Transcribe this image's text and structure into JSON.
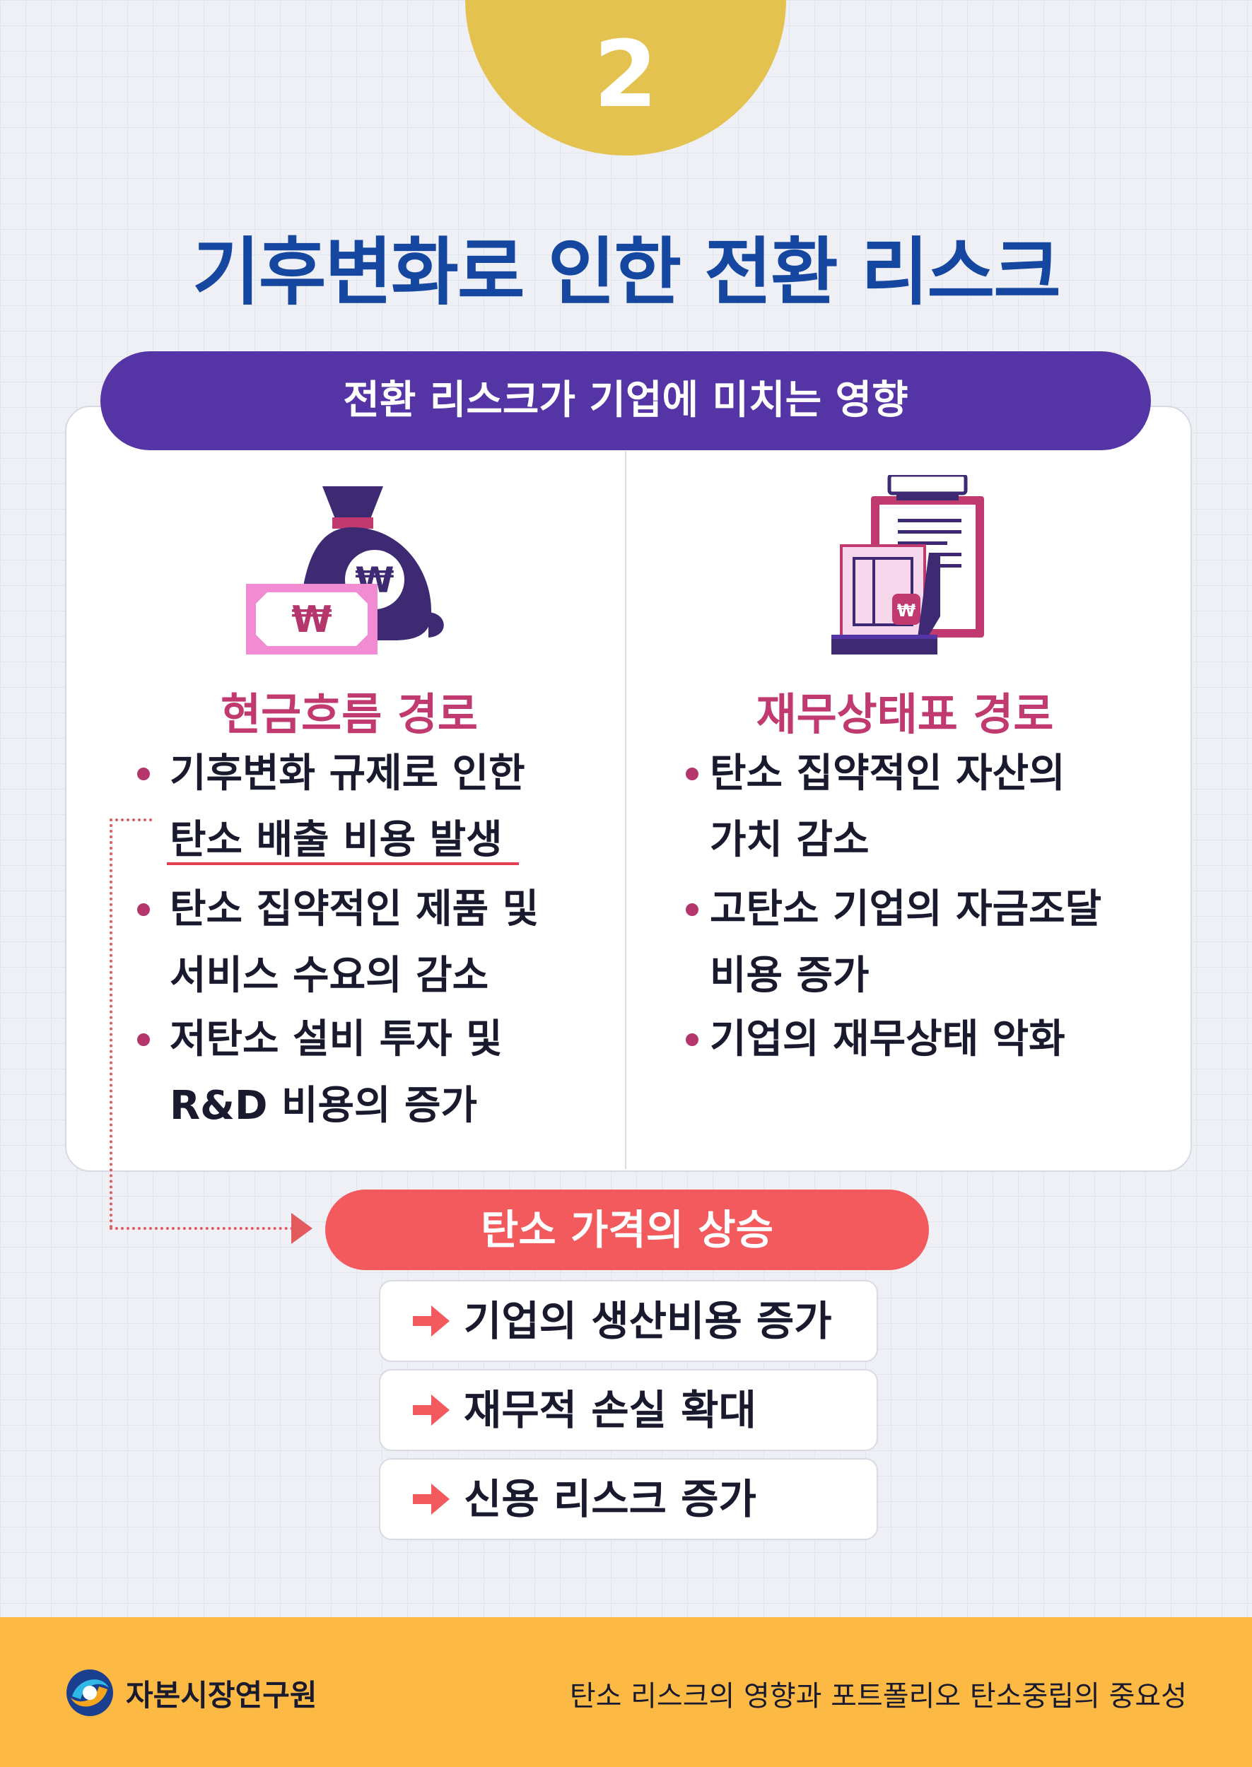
{
  "step": {
    "number": "2"
  },
  "title": "기후변화로 인한 전환 리스크",
  "section_banner": "전환 리스크가 기업에 미치는 영향",
  "left_column": {
    "icon": "money-bag-and-won-bill-icon",
    "heading": "현금흐름 경로",
    "bullets": [
      {
        "lines": [
          "기후변화 규제로 인한",
          "탄소 배출 비용 발생"
        ],
        "highlighted": true
      },
      {
        "lines": [
          "탄소 집약적인 제품 및",
          "서비스 수요의 감소"
        ]
      },
      {
        "lines": [
          "저탄소 설비 투자 및",
          "R&D 비용의 증가"
        ]
      }
    ]
  },
  "right_column": {
    "icon": "clipboard-balance-sheet-icon",
    "heading": "재무상태표 경로",
    "bullets": [
      {
        "lines": [
          "탄소 집약적인 자산의",
          "가치 감소"
        ]
      },
      {
        "lines": [
          "고탄소 기업의 자금조달",
          "비용 증가"
        ]
      },
      {
        "lines": [
          "기업의 재무상태 악화"
        ]
      }
    ]
  },
  "carbon_price": {
    "label": "탄소 가격의 상승",
    "results": [
      "기업의 생산비용 증가",
      "재무적 손실 확대",
      "신용 리스크 증가"
    ]
  },
  "footer": {
    "organization": "자본시장연구원",
    "caption": "탄소 리스크의 영향과 포트폴리오 탄소중립의 중요성"
  },
  "colors": {
    "title_blue": "#1547a0",
    "banner_purple": "#5535a5",
    "heading_pink": "#c0396f",
    "badge_gold": "#e4c250",
    "carbon_red": "#f35a5e",
    "footer_yellow": "#fcba44"
  }
}
